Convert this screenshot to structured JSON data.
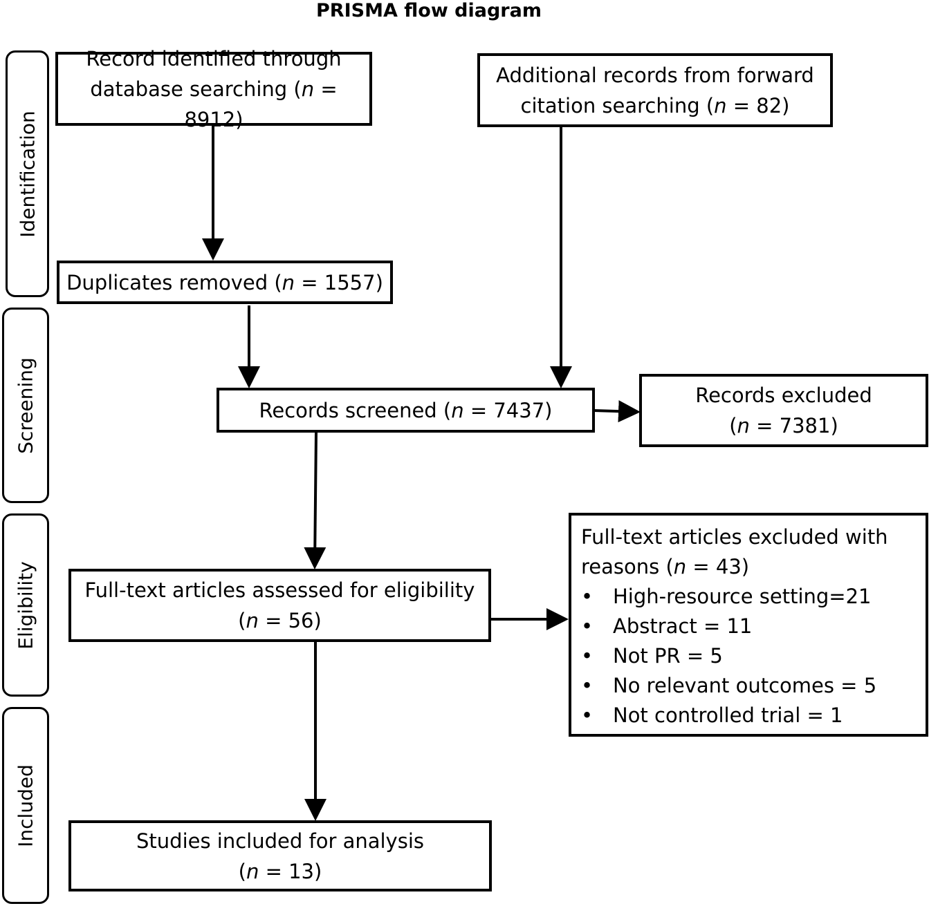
{
  "title": "PRISMA flow diagram",
  "stages": {
    "identification": "Identification",
    "screening": "Screening",
    "eligibility": "Eligibility",
    "included": "Included"
  },
  "boxes": {
    "database": {
      "line1": "Record identified through",
      "line2_prefix": "database searching (",
      "n_label": "n",
      "line2_suffix": " = 8912)"
    },
    "forward": {
      "line1": "Additional records from forward",
      "line2_prefix": "citation searching (",
      "n_label": "n",
      "line2_suffix": " = 82)"
    },
    "duplicates": {
      "prefix": "Duplicates removed (",
      "n_label": "n",
      "suffix": " = 1557)"
    },
    "screened": {
      "prefix": "Records screened (",
      "n_label": "n",
      "suffix": " = 7437)"
    },
    "excluded": {
      "line1": "Records excluded",
      "line2_prefix": "(",
      "n_label": "n",
      "line2_suffix": " = 7381)"
    },
    "fulltext": {
      "line1": "Full-text articles assessed for eligibility",
      "line2_prefix": "(",
      "n_label": "n",
      "line2_suffix": " = 56)"
    },
    "fulltext_excluded": {
      "line1": "Full-text articles excluded with",
      "line2_prefix": "reasons (",
      "n_label": "n",
      "line2_suffix": " = 43)",
      "reasons": [
        "High-resource setting=21",
        "Abstract = 11",
        "Not PR = 5",
        "No relevant outcomes = 5",
        "Not controlled trial = 1"
      ]
    },
    "included": {
      "line1": "Studies included for analysis",
      "line2_prefix": "(",
      "n_label": "n",
      "line2_suffix": " = 13)"
    }
  },
  "bullet": "•"
}
